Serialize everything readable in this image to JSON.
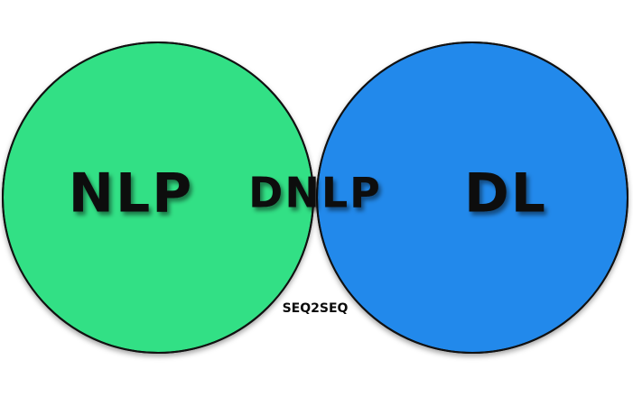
{
  "diagram": {
    "type": "venn",
    "sets": [
      {
        "id": "nlp",
        "label": "NLP",
        "color": "#32e085"
      },
      {
        "id": "dl",
        "label": "DL",
        "color": "#2289eb"
      }
    ],
    "intersection": {
      "label": "DNLP",
      "color": "#ff9a00"
    },
    "subset": {
      "label": "SEQ2SEQ",
      "color": "#ffde52"
    },
    "outline_color": "#111111"
  }
}
